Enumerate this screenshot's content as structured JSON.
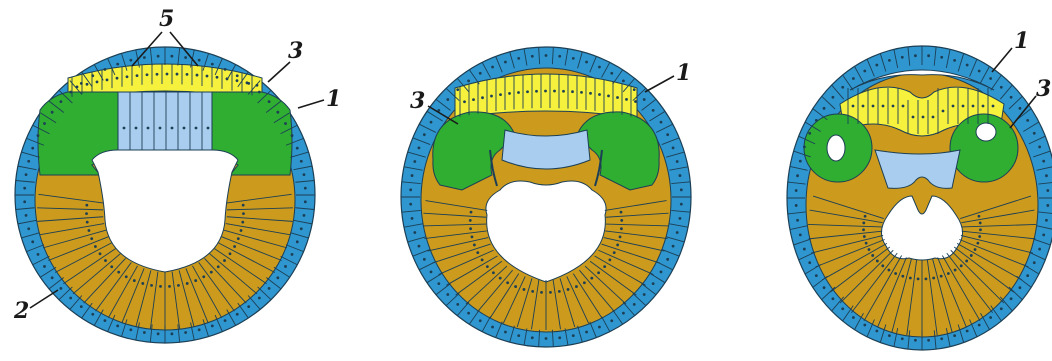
{
  "figure": {
    "labels": {
      "a_5": "5",
      "a_3": "3",
      "a_1": "1",
      "a_2": "2",
      "b_3": "3",
      "b_1": "1",
      "c_1": "1",
      "c_3": "3"
    }
  },
  "colors": {
    "ectoderm": "#2f96cf",
    "ectoderm_dark": "#1f6f9e",
    "neural_plate": "#f6f13c",
    "mesoderm": "#2fae32",
    "notochord": "#a9cdee",
    "endoderm": "#cc9a1c",
    "cavity": "#ffffff",
    "line": "#1c3f55"
  },
  "icons": [
    "embryo-cross-section-a",
    "embryo-cross-section-b",
    "embryo-cross-section-c"
  ]
}
